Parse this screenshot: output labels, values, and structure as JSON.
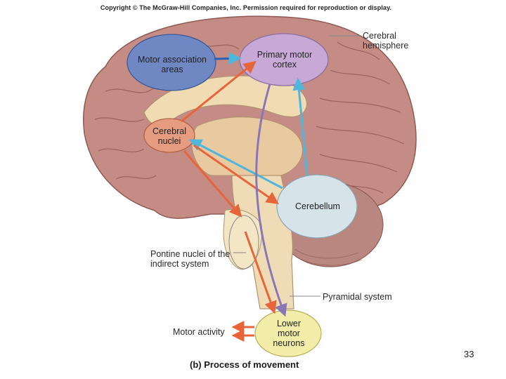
{
  "copyright": "Copyright © The McGraw-Hill Companies, Inc. Permission required for reproduction or display.",
  "nodes": {
    "motor_association": "Motor association areas",
    "primary_motor": "Primary motor cortex",
    "cerebral_nuclei": "Cerebral nuclei",
    "cerebellum": "Cerebellum",
    "lower_motor": "Lower motor neurons"
  },
  "labels": {
    "cerebral_hemisphere": "Cerebral hemisphere",
    "pontine": "Pontine nuclei of the indirect system",
    "pyramidal": "Pyramidal system",
    "motor_activity": "Motor activity"
  },
  "caption": "(b) Process of movement",
  "page_number": "33",
  "colors": {
    "brain": "#c48c84",
    "motor_association": "#6f88c4",
    "primary_motor": "#c8a9d6",
    "cerebral_nuclei": "#e59c80",
    "cerebellum": "#d6e4ea",
    "lower_motor": "#f3edaa",
    "arrow_orange": "#e8643a",
    "arrow_blue": "#4fb6dc",
    "arrow_purple": "#8a76b6"
  }
}
